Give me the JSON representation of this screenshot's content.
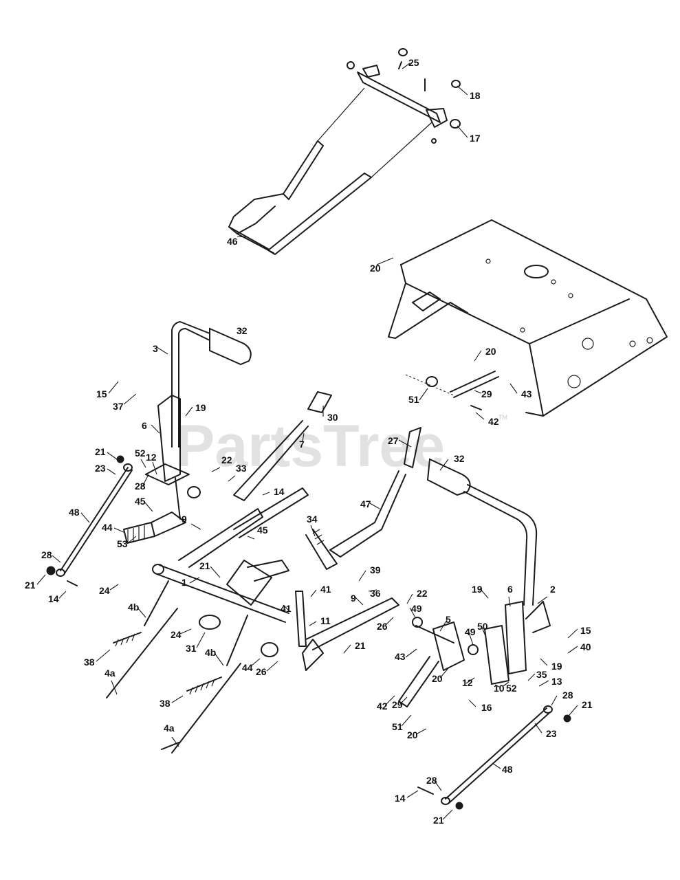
{
  "watermark": {
    "text": "PartsTree",
    "tm": "TM"
  },
  "callouts": [
    {
      "label": "25"
    },
    {
      "label": "18"
    },
    {
      "label": "17"
    },
    {
      "label": "46"
    },
    {
      "label": "20"
    },
    {
      "label": "3"
    },
    {
      "label": "32"
    },
    {
      "label": "15"
    },
    {
      "label": "37"
    },
    {
      "label": "19"
    },
    {
      "label": "6"
    },
    {
      "label": "21"
    },
    {
      "label": "52"
    },
    {
      "label": "12"
    },
    {
      "label": "23"
    },
    {
      "label": "28"
    },
    {
      "label": "48"
    },
    {
      "label": "45"
    },
    {
      "label": "44"
    },
    {
      "label": "53"
    },
    {
      "label": "28"
    },
    {
      "label": "21"
    },
    {
      "label": "14"
    },
    {
      "label": "24"
    },
    {
      "label": "4b"
    },
    {
      "label": "38"
    },
    {
      "label": "4a"
    },
    {
      "label": "24"
    },
    {
      "label": "31"
    },
    {
      "label": "4b"
    },
    {
      "label": "38"
    },
    {
      "label": "4a"
    },
    {
      "label": "9"
    },
    {
      "label": "45"
    },
    {
      "label": "21"
    },
    {
      "label": "1"
    },
    {
      "label": "22"
    },
    {
      "label": "33"
    },
    {
      "label": "14"
    },
    {
      "label": "7"
    },
    {
      "label": "30"
    },
    {
      "label": "34"
    },
    {
      "label": "41"
    },
    {
      "label": "41"
    },
    {
      "label": "11"
    },
    {
      "label": "44"
    },
    {
      "label": "26"
    },
    {
      "label": "21"
    },
    {
      "label": "47"
    },
    {
      "label": "27"
    },
    {
      "label": "39"
    },
    {
      "label": "36"
    },
    {
      "label": "9"
    },
    {
      "label": "22"
    },
    {
      "label": "26"
    },
    {
      "label": "49"
    },
    {
      "label": "32"
    },
    {
      "label": "20"
    },
    {
      "label": "51"
    },
    {
      "label": "29"
    },
    {
      "label": "43"
    },
    {
      "label": "42"
    },
    {
      "label": "19"
    },
    {
      "label": "6"
    },
    {
      "label": "2"
    },
    {
      "label": "15"
    },
    {
      "label": "40"
    },
    {
      "label": "19"
    },
    {
      "label": "50"
    },
    {
      "label": "49"
    },
    {
      "label": "5"
    },
    {
      "label": "43"
    },
    {
      "label": "20"
    },
    {
      "label": "12"
    },
    {
      "label": "35"
    },
    {
      "label": "13"
    },
    {
      "label": "10"
    },
    {
      "label": "52"
    },
    {
      "label": "29"
    },
    {
      "label": "42"
    },
    {
      "label": "16"
    },
    {
      "label": "51"
    },
    {
      "label": "20"
    },
    {
      "label": "28"
    },
    {
      "label": "21"
    },
    {
      "label": "23"
    },
    {
      "label": "48"
    },
    {
      "label": "28"
    },
    {
      "label": "14"
    },
    {
      "label": "21"
    }
  ]
}
